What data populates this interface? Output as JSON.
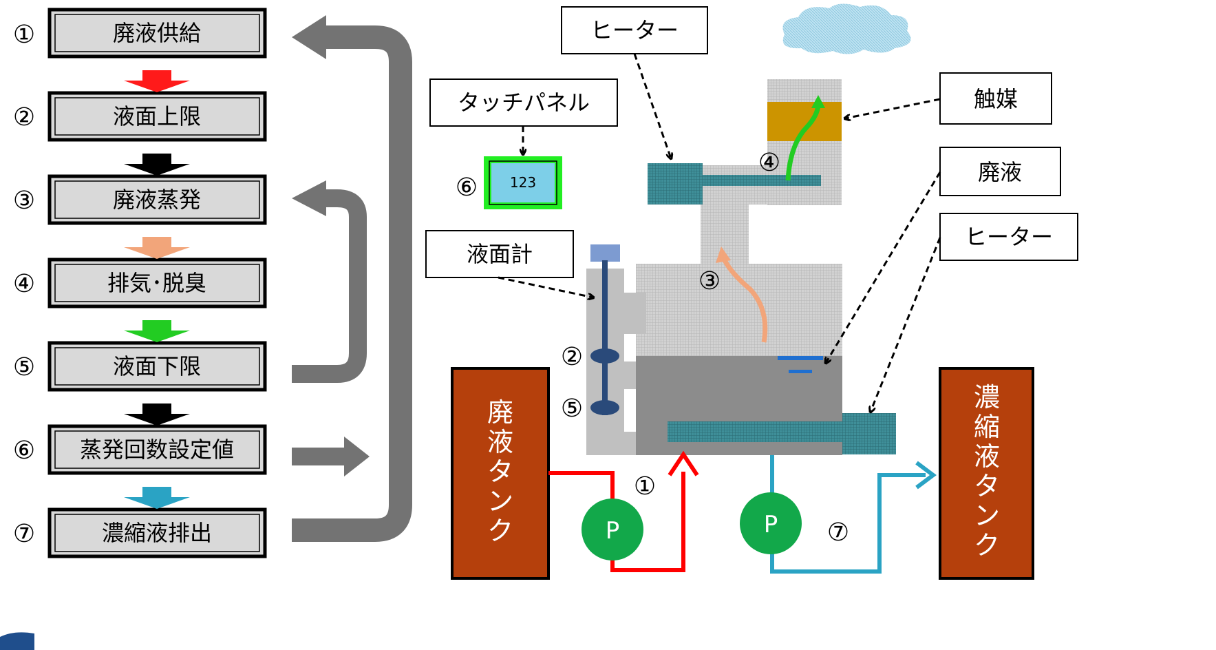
{
  "steps": [
    {
      "num": "①",
      "label": "廃液供給"
    },
    {
      "num": "②",
      "label": "液面上限"
    },
    {
      "num": "③",
      "label": "廃液蒸発"
    },
    {
      "num": "④",
      "label": "排気･脱臭"
    },
    {
      "num": "⑤",
      "label": "液面下限"
    },
    {
      "num": "⑥",
      "label": "蒸発回数設定値"
    },
    {
      "num": "⑦",
      "label": "濃縮液排出"
    }
  ],
  "step_arrow_colors": [
    "#ff1a1a",
    "#000000",
    "#f2a57a",
    "#22cc22",
    "#000000",
    "#2aa3c4"
  ],
  "flow_arrow_color": "#737373",
  "callouts": {
    "heater_top": "ヒーター",
    "touch_panel": "タッチパネル",
    "level_meter": "液面計",
    "catalyst": "触媒",
    "waste_liquid": "廃液",
    "heater_bottom": "ヒーター"
  },
  "touch_panel_value": "123",
  "tanks": {
    "waste_tank": [
      "廃",
      "液",
      "タ",
      "ン",
      "ク"
    ],
    "concentrate_tank": [
      "濃",
      "縮",
      "液",
      "タ",
      "ン",
      "ク"
    ]
  },
  "pump_label": "P",
  "diagram_markers": {
    "m1": "①",
    "m2": "②",
    "m3": "③",
    "m4": "④",
    "m5": "⑤",
    "m6": "⑥",
    "m7": "⑦"
  },
  "colors": {
    "tank": "#b5400c",
    "pump": "#12a84a",
    "supply_pipe": "#ff0000",
    "discharge_pipe": "#2aa3c4",
    "catalyst": "#cc9400",
    "vessel_liquid": "#8c8c8c",
    "vessel_body": "#c8c8c8",
    "heater": "#3a7f8a"
  }
}
